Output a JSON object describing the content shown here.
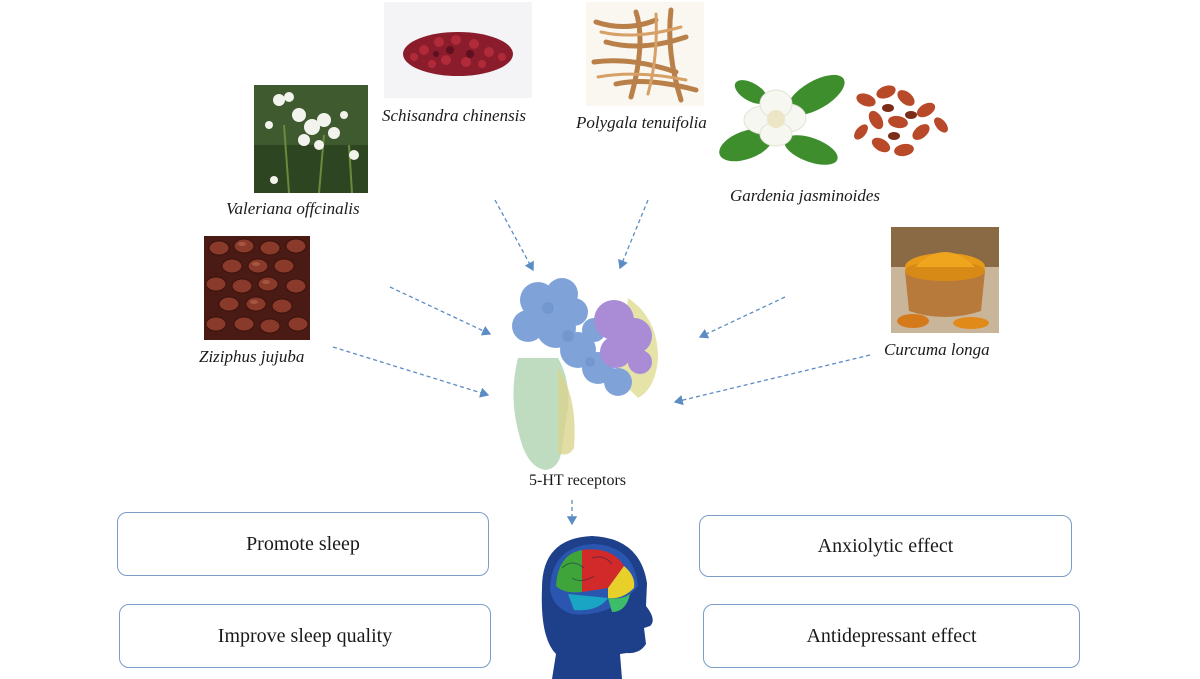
{
  "herbs": {
    "schisandra": {
      "label": "Schisandra chinensis",
      "icon": "red-berries-photo"
    },
    "polygala": {
      "label": "Polygala tenuifolia",
      "icon": "dried-roots-photo"
    },
    "valeriana": {
      "label": "Valeriana offcinalis",
      "icon": "white-flowers-photo"
    },
    "gardenia": {
      "label": "Gardenia jasminoides",
      "icon": "gardenia-flower-and-fruit-photo"
    },
    "ziziphus": {
      "label": "Ziziphus jujuba",
      "icon": "jujube-seeds-photo"
    },
    "curcuma": {
      "label": "Curcuma longa",
      "icon": "turmeric-powder-photo"
    }
  },
  "receptor": {
    "label": "5-HT receptors",
    "icon": "protein-structure-image"
  },
  "brain": {
    "icon": "human-head-brain-image"
  },
  "effects": {
    "promote_sleep": "Promote sleep",
    "improve_sleep_quality": "Improve sleep quality",
    "anxiolytic": "Anxiolytic effect",
    "antidepressant": "Antidepressant effect"
  },
  "colors": {
    "arrow": "#5b8cc4",
    "box_border": "#7a9cc6",
    "protein_blue": "#7fa3d9",
    "protein_purple": "#a98bd6",
    "protein_green": "#bfdcc0",
    "protein_yellow": "#e6e3a8"
  }
}
